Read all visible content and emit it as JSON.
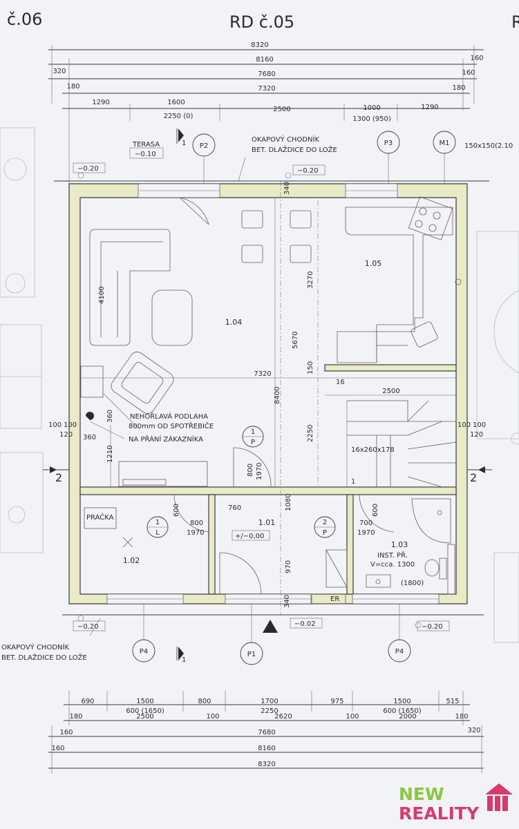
{
  "header": {
    "left_title": "č.06",
    "center_title": "RD č.05",
    "right_title": "R"
  },
  "top_dims": {
    "overall": "8320",
    "second": "8160",
    "third": "7680",
    "fourth": "7320",
    "side_small_a": "160",
    "side_small_b": "160",
    "side_small_c": "180",
    "left_320": "320",
    "left_180": "180",
    "seg_1290a": "1290",
    "seg_1600": "1600",
    "seg_2250": "2250 (0)",
    "seg_2500": "2500",
    "seg_1000": "1000",
    "seg_1300": "1300 (950)",
    "seg_1290b": "1290"
  },
  "labels": {
    "terasa": "TERASA",
    "terasa_level": "−0.10",
    "okap_top_1": "OKAPOVÝ CHODNÍK",
    "okap_top_2": "BET. DLAŽDICE DO LOŽE",
    "size_150": "150x150(2.10",
    "lvl_top_left": "−0.20",
    "lvl_top_mid": "−0.20",
    "nehorlava_1": "NEHOŘLAVÁ PODLAHA",
    "nehorlava_2": "800mm OD SPOTŘEBIČE",
    "nehorlava_3": "NA PŘÁNÍ ZÁKAZNÍKA",
    "pracka": "PRAČKA",
    "inst_1": "INST. PŘ.",
    "inst_2": "V=cca. 1300",
    "inst_3": "(1800)",
    "er": "ER",
    "floor_level": "+/−0,00",
    "lvl_bot_left": "−0.20",
    "lvl_bot_mid": "−0.02",
    "lvl_bot_right": "−0.20",
    "okap_bot_1": "OKAPOVÝ CHODNÍK",
    "okap_bot_2": "BET. DLAŽDICE DO LOŽE",
    "stairs": "16x260x178",
    "stairs_16": "16",
    "stairs_1": "1",
    "section_left": "2",
    "section_right": "2",
    "section_arrow_top": "1",
    "section_arrow_bot": "1"
  },
  "rooms": {
    "r104": "1.04",
    "r105": "1.05",
    "r101": "1.01",
    "r102": "1.02",
    "r103": "1.03"
  },
  "tags": {
    "p2": "P2",
    "p3": "P3",
    "m1": "M1",
    "p4a": "P4",
    "p1": "P1",
    "p4b": "P4"
  },
  "doors": {
    "d1_num": "1",
    "d1_type": "P",
    "d1_w": "800",
    "d1_h": "1970",
    "dl_num": "1",
    "dl_type": "L",
    "dl_w": "800",
    "dl_h": "1970",
    "d2_num": "2",
    "d2_type": "P",
    "d2_w": "700",
    "d2_h": "1970"
  },
  "inner_dims": {
    "d4100": "4100",
    "d3270": "3270",
    "d5670": "5670",
    "d8400": "8400",
    "d7320": "7320",
    "d2500": "2500",
    "d2250": "2250",
    "d150": "150",
    "d360a": "360",
    "d360b": "360",
    "d1210": "1210",
    "d100a": "100",
    "d100b": "100",
    "d120a": "120",
    "d100c": "100",
    "d100d": "100",
    "d120b": "120",
    "d340a": "340",
    "d340b": "340",
    "d1080": "1080",
    "d970": "970",
    "d760": "760",
    "d600a": "600",
    "d600b": "600"
  },
  "bottom_dims": {
    "b690": "690",
    "b1500a": "1500",
    "b800": "800",
    "b1700": "1700",
    "b975": "975",
    "b1500b": "1500",
    "b515": "515",
    "b600a": "600 (1650)",
    "b2250": "2250",
    "b600b": "600 (1650)",
    "b180a": "180",
    "b2500": "2500",
    "b100a": "100",
    "b2620": "2620",
    "b100b": "100",
    "b2000": "2000",
    "b180b": "180",
    "b160a": "160",
    "b7680": "7680",
    "b320": "320",
    "b160b": "160",
    "b8160": "8160",
    "b8320": "8320"
  },
  "logo": {
    "line1": "NEW",
    "line2": "REALITY"
  },
  "colors": {
    "wall_fill": "#e9eac6",
    "logo_green": "#8cc63f",
    "logo_red": "#d9396b"
  }
}
